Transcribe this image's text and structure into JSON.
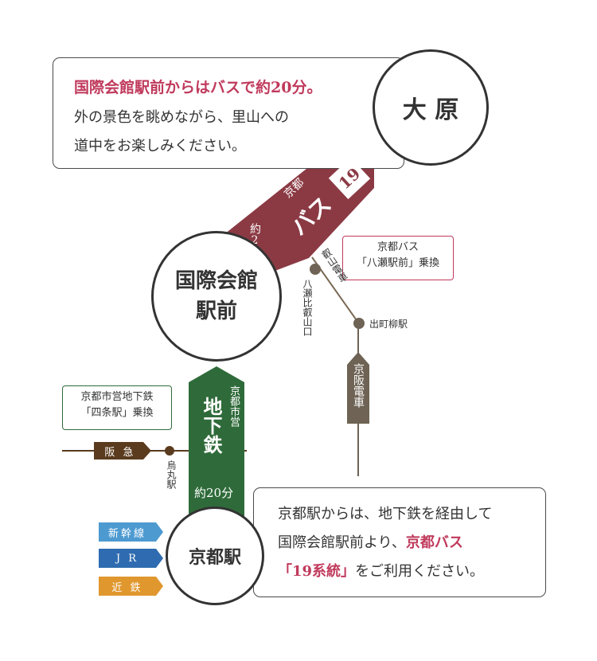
{
  "colors": {
    "bus": "#8b3a44",
    "subway": "#2f6b3a",
    "keihan": "#6e6354",
    "eizan": "#7a6a55",
    "hankyu": "#5a3b1e",
    "shinkansen": "#4d9ad1",
    "jr": "#2f6bb0",
    "kintetsu": "#e0972e",
    "accent": "#c03a5c"
  },
  "top_box": {
    "highlight": "国際会館駅前からはバスで約20分。",
    "line2": "外の景色を眺めながら、里山への",
    "line3": "道中をお楽しみください。"
  },
  "stations": {
    "ohara": "大 原",
    "kokusai_line1": "国際会館",
    "kokusai_line2": "駅前",
    "kyoto": "京都駅"
  },
  "bus_route": {
    "operator": "京都",
    "name": "バス",
    "number": "19",
    "time": "約20分"
  },
  "subway_route": {
    "operator": "京都市営",
    "name": "地下鉄",
    "time": "約20分"
  },
  "callouts": {
    "yase": {
      "line1": "京都バス",
      "line2": "「八瀬駅前」乗換"
    },
    "shijo": {
      "line1": "京都市営地下鉄",
      "line2": "「四条駅」乗換"
    }
  },
  "rail_labels": {
    "eizan": "叡山電車",
    "yase_hiei": "八瀬比叡山口",
    "demachi": "出町柳駅",
    "keihan": "京阪電車",
    "hankyu": "阪 急",
    "karasuma": "烏丸駅"
  },
  "lines_at_kyoto": [
    "新幹線",
    "J R",
    "近 鉄"
  ],
  "bottom_box": {
    "line1": "京都駅からは、地下鉄を経由して",
    "line2_pre": "国際会館駅前より、",
    "line2_hl": "京都バス",
    "line3_hl": "「19系統」",
    "line3_post": "をご利用ください。"
  }
}
